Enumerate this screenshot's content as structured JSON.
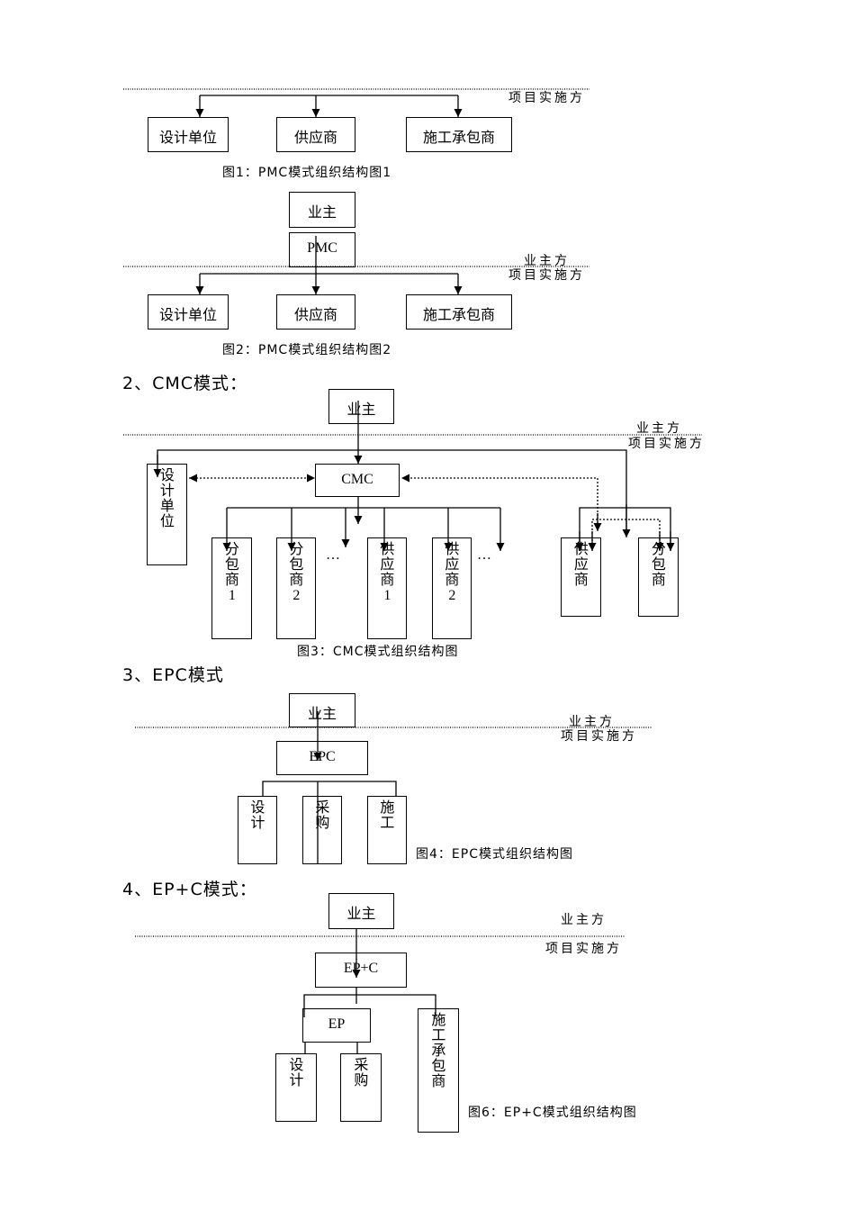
{
  "fig1": {
    "implementer": "项目实施方",
    "boxes": [
      "设计单位",
      "供应商",
      "施工承包商"
    ],
    "caption": "图1：PMC模式组织结构图1"
  },
  "fig2": {
    "owner": "业主",
    "pmc": "PMC",
    "owner_side": "业主方",
    "implementer": "项目实施方",
    "boxes": [
      "设计单位",
      "供应商",
      "施工承包商"
    ],
    "caption": "图2：PMC模式组织结构图2"
  },
  "cmc": {
    "heading": "2、CMC模式：",
    "owner": "业主",
    "owner_side": "业主方",
    "implementer": "项目实施方",
    "cmc": "CMC",
    "design": "设计单位",
    "subs": [
      "分包商1",
      "分包商2",
      "供应商1",
      "供应商2"
    ],
    "ellipsis": "…",
    "right": [
      "供应商",
      "分包商"
    ],
    "caption": "图3：CMC模式组织结构图"
  },
  "epc": {
    "heading": "3、EPC模式",
    "owner": "业主",
    "owner_side": "业主方",
    "implementer": "项目实施方",
    "epc": "EPC",
    "boxes": [
      "设计",
      "采购",
      "施工"
    ],
    "caption": "图4：EPC模式组织结构图"
  },
  "epc2": {
    "heading": "4、EP+C模式：",
    "owner": "业主",
    "owner_side": "业主方",
    "implementer": "项目实施方",
    "epc": "EP+C",
    "ep": "EP",
    "boxes": [
      "设计",
      "采购"
    ],
    "contractor": "施工承包商",
    "caption": "图6：EP+C模式组织结构图"
  }
}
